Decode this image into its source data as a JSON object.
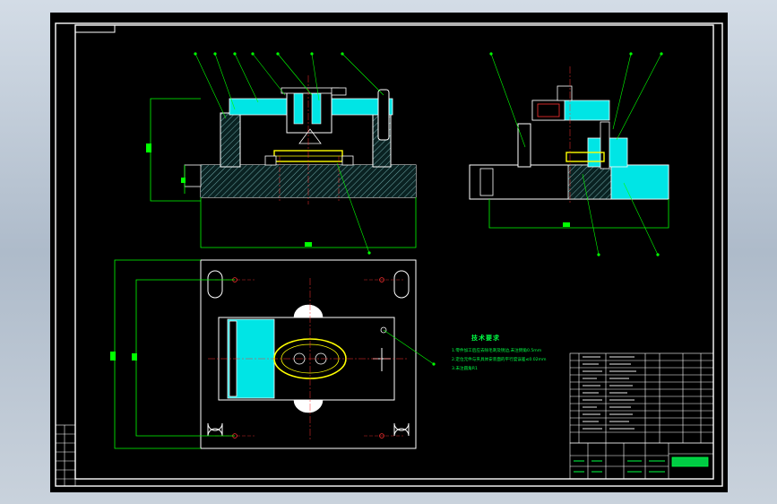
{
  "drawing": {
    "technical_notes": {
      "title": "技术要求",
      "lines": [
        "1.零件加工后应去除毛刺及锐边,未注倒角0.5mm",
        "2.定位元件与夹具体安装面的平行度误差≤0.02mm",
        "3.未注圆角R1"
      ]
    }
  },
  "colors": {
    "background": "#000000",
    "frame": "#ffffff",
    "section_fill": "#00e5e5",
    "dimension": "#00ff00",
    "workpiece": "#ffff00",
    "centerline": "#ff3030",
    "chrome": "#b8c4d0"
  },
  "icons": [
    "cad-drawing-icon"
  ]
}
